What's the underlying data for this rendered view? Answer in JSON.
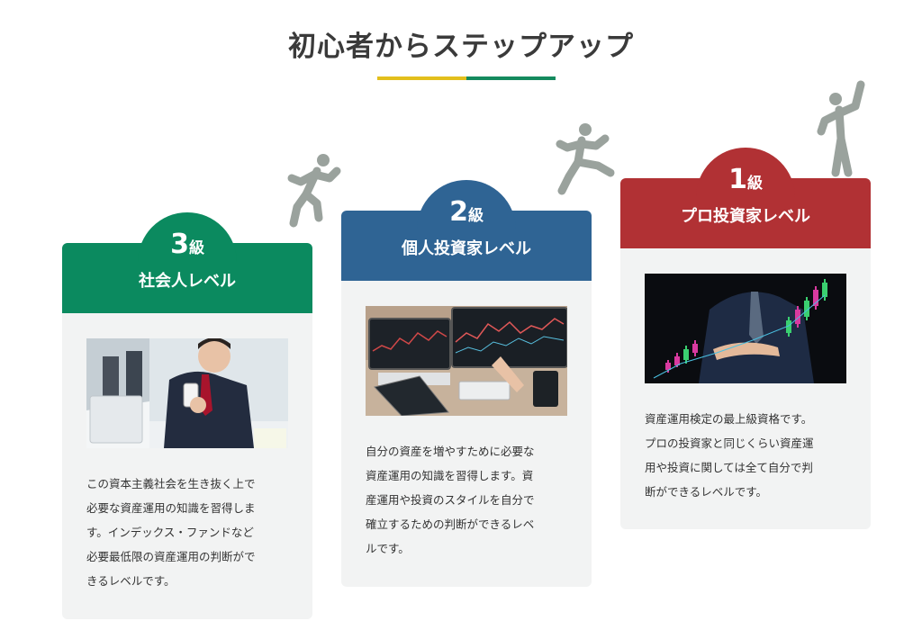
{
  "title": "初心者からステップアップ",
  "colors": {
    "accent_yellow": "#e3bf1c",
    "accent_green": "#148a5e",
    "figure_gray": "#9aa29d"
  },
  "cards": [
    {
      "level_number": "3",
      "level_suffix": "級",
      "name": "社会人レベル",
      "color": "#0b8a5f",
      "photo_icon": "businessman-with-smartphone-photo",
      "description": "この資本主義社会を生き抜く上で\n必要な資産運用の知識を習得しま\nす。インデックス・ファンドなど\n必要最低限の資産運用の判断がで\nきるレベルです。"
    },
    {
      "level_number": "2",
      "level_suffix": "級",
      "name": "個人投資家レベル",
      "color": "#2f6494",
      "photo_icon": "trading-monitors-photo",
      "description": "自分の資産を増やすために必要な\n資産運用の知識を習得します。資\n産運用や投資のスタイルを自分で\n確立するための判断ができるレベ\nルです。"
    },
    {
      "level_number": "1",
      "level_suffix": "級",
      "name": "プロ投資家レベル",
      "color": "#b13134",
      "photo_icon": "businessman-with-candlestick-chart-photo",
      "description": "資産運用検定の最上級資格です。\nプロの投資家と同じくらい資産運\n用や投資に関しては全て自分で判\n断ができるレベルです。"
    }
  ]
}
